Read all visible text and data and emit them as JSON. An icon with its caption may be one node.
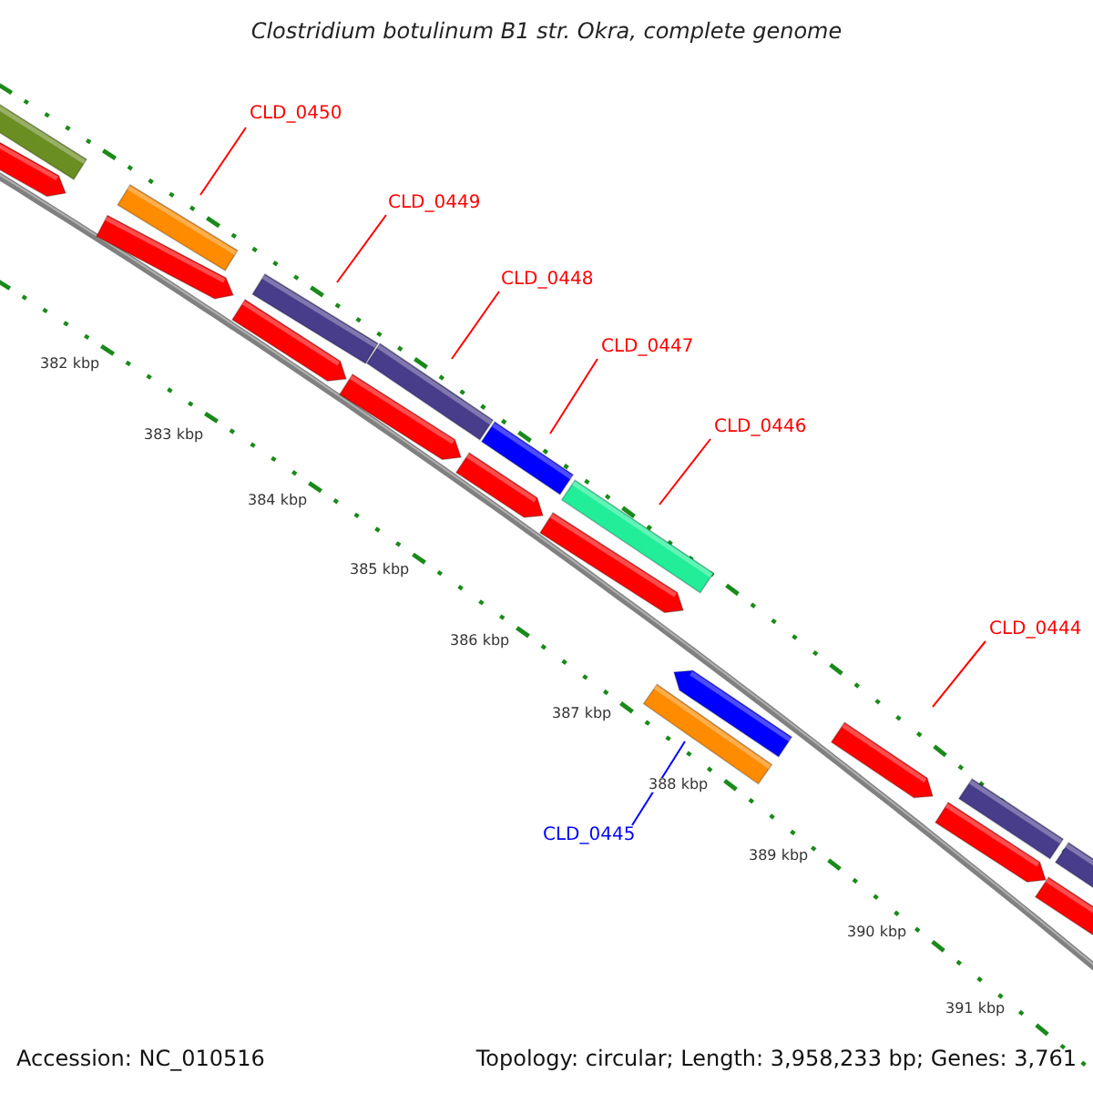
{
  "diagram": {
    "title": "Clostridium botulinum B1 str. Okra, complete genome",
    "nodes": [
      {
        "text": [
          "CLD_0450"
        ]
      },
      {
        "text": [],
        "shape": "bar"
      },
      {
        "text": [
          "CLD_0449"
        ]
      },
      {
        "text": [],
        "shape": "bar"
      },
      {
        "text": [
          "CLD_0448"
        ]
      },
      {
        "text": [],
        "shape": "bar"
      },
      {
        "text": [
          "CLD_0447"
        ]
      },
      {
        "text": [],
        "shape": "bar"
      },
      {
        "text": [
          "CLD_0446"
        ]
      },
      {
        "text": [],
        "shape": "bar"
      },
      {
        "text": [
          "CLD_0444"
        ]
      },
      {
        "text": [],
        "shape": "arrow"
      },
      {
        "text": [
          "CLD_0445"
        ]
      },
      {
        "text": [],
        "shape": "bar"
      },
      {
        "text": [],
        "shape": "bar"
      },
      {
        "text": [],
        "shape": "arrow"
      },
      {
        "text": [],
        "shape": "arrow"
      },
      {
        "text": [],
        "shape": "arrow"
      },
      {
        "text": [],
        "shape": "arrow"
      },
      {
        "text": [],
        "shape": "arrow"
      },
      {
        "text": [],
        "shape": "arrow"
      },
      {
        "text": [],
        "shape": "arrow"
      },
      {
        "text": [],
        "shape": "arrow"
      },
      {
        "text": [],
        "shape": "arrow"
      },
      {
        "text": [],
        "shape": "bar"
      },
      {
        "text": [],
        "shape": "bar"
      }
    ],
    "edges": [
      {
        "from": 0,
        "to": 1,
        "arrow": "none"
      },
      {
        "from": 2,
        "to": 3,
        "arrow": "none"
      },
      {
        "from": 4,
        "to": 5,
        "arrow": "none"
      },
      {
        "from": 6,
        "to": 7,
        "arrow": "none"
      },
      {
        "from": 8,
        "to": 9,
        "arrow": "none"
      },
      {
        "from": 10,
        "to": 11,
        "arrow": "none"
      },
      {
        "from": 12,
        "to": 13,
        "arrow": "none",
        "color": "#0000ff"
      }
    ],
    "labels": [
      "382 kbp",
      "383 kbp",
      "384 kbp",
      "385 kbp",
      "386 kbp",
      "387 kbp",
      "388 kbp",
      "389 kbp",
      "390 kbp",
      "391 kbp",
      "Accession: NC_010516",
      "Topology: circular; Length: 3,958,233 bp; Genes: 3,761"
    ]
  }
}
